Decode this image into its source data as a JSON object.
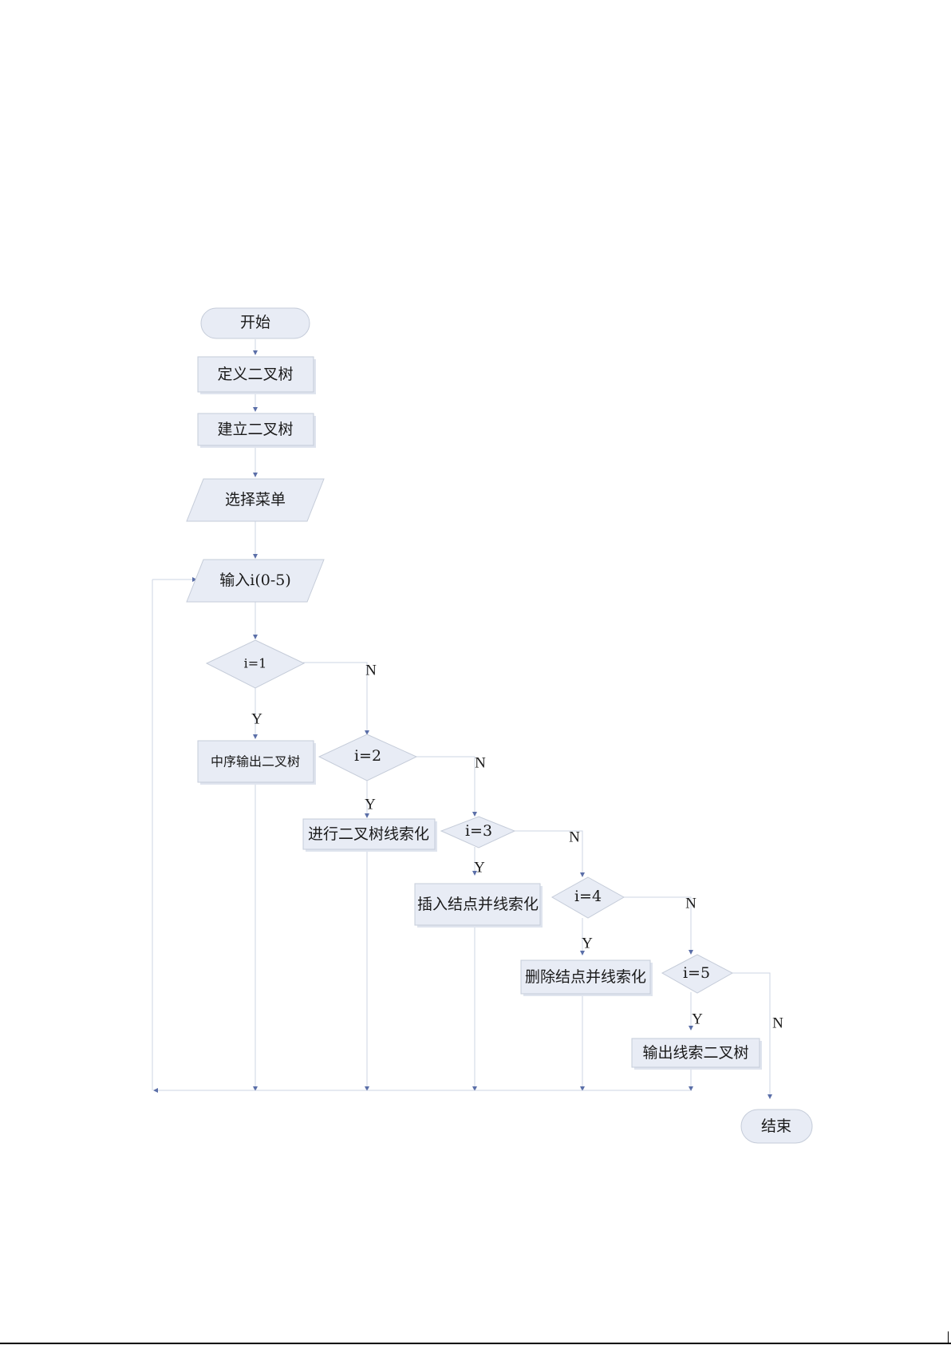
{
  "nodes": {
    "start": "开始",
    "define_tree": "定义二叉树",
    "build_tree": "建立二叉树",
    "select_menu": "选择菜单",
    "input_i": "输入i(0-5)",
    "cond_i1": "i=1",
    "inorder_output": "中序输出二叉树",
    "cond_i2": "i=2",
    "thread_tree": "进行二叉树线索化",
    "cond_i3": "i=3",
    "insert_thread": "插入结点并线索化",
    "cond_i4": "i=4",
    "delete_thread": "删除结点并线索化",
    "cond_i5": "i=5",
    "output_thread": "输出线索二叉树",
    "end": "结束"
  },
  "branch_labels": {
    "yes": "Y",
    "no": "N"
  },
  "colors": {
    "shape_fill": "#e8ecf5",
    "shape_stroke": "#c5ccd9",
    "connector": "#cdd4e3",
    "arrowhead": "#5b6fa8"
  }
}
